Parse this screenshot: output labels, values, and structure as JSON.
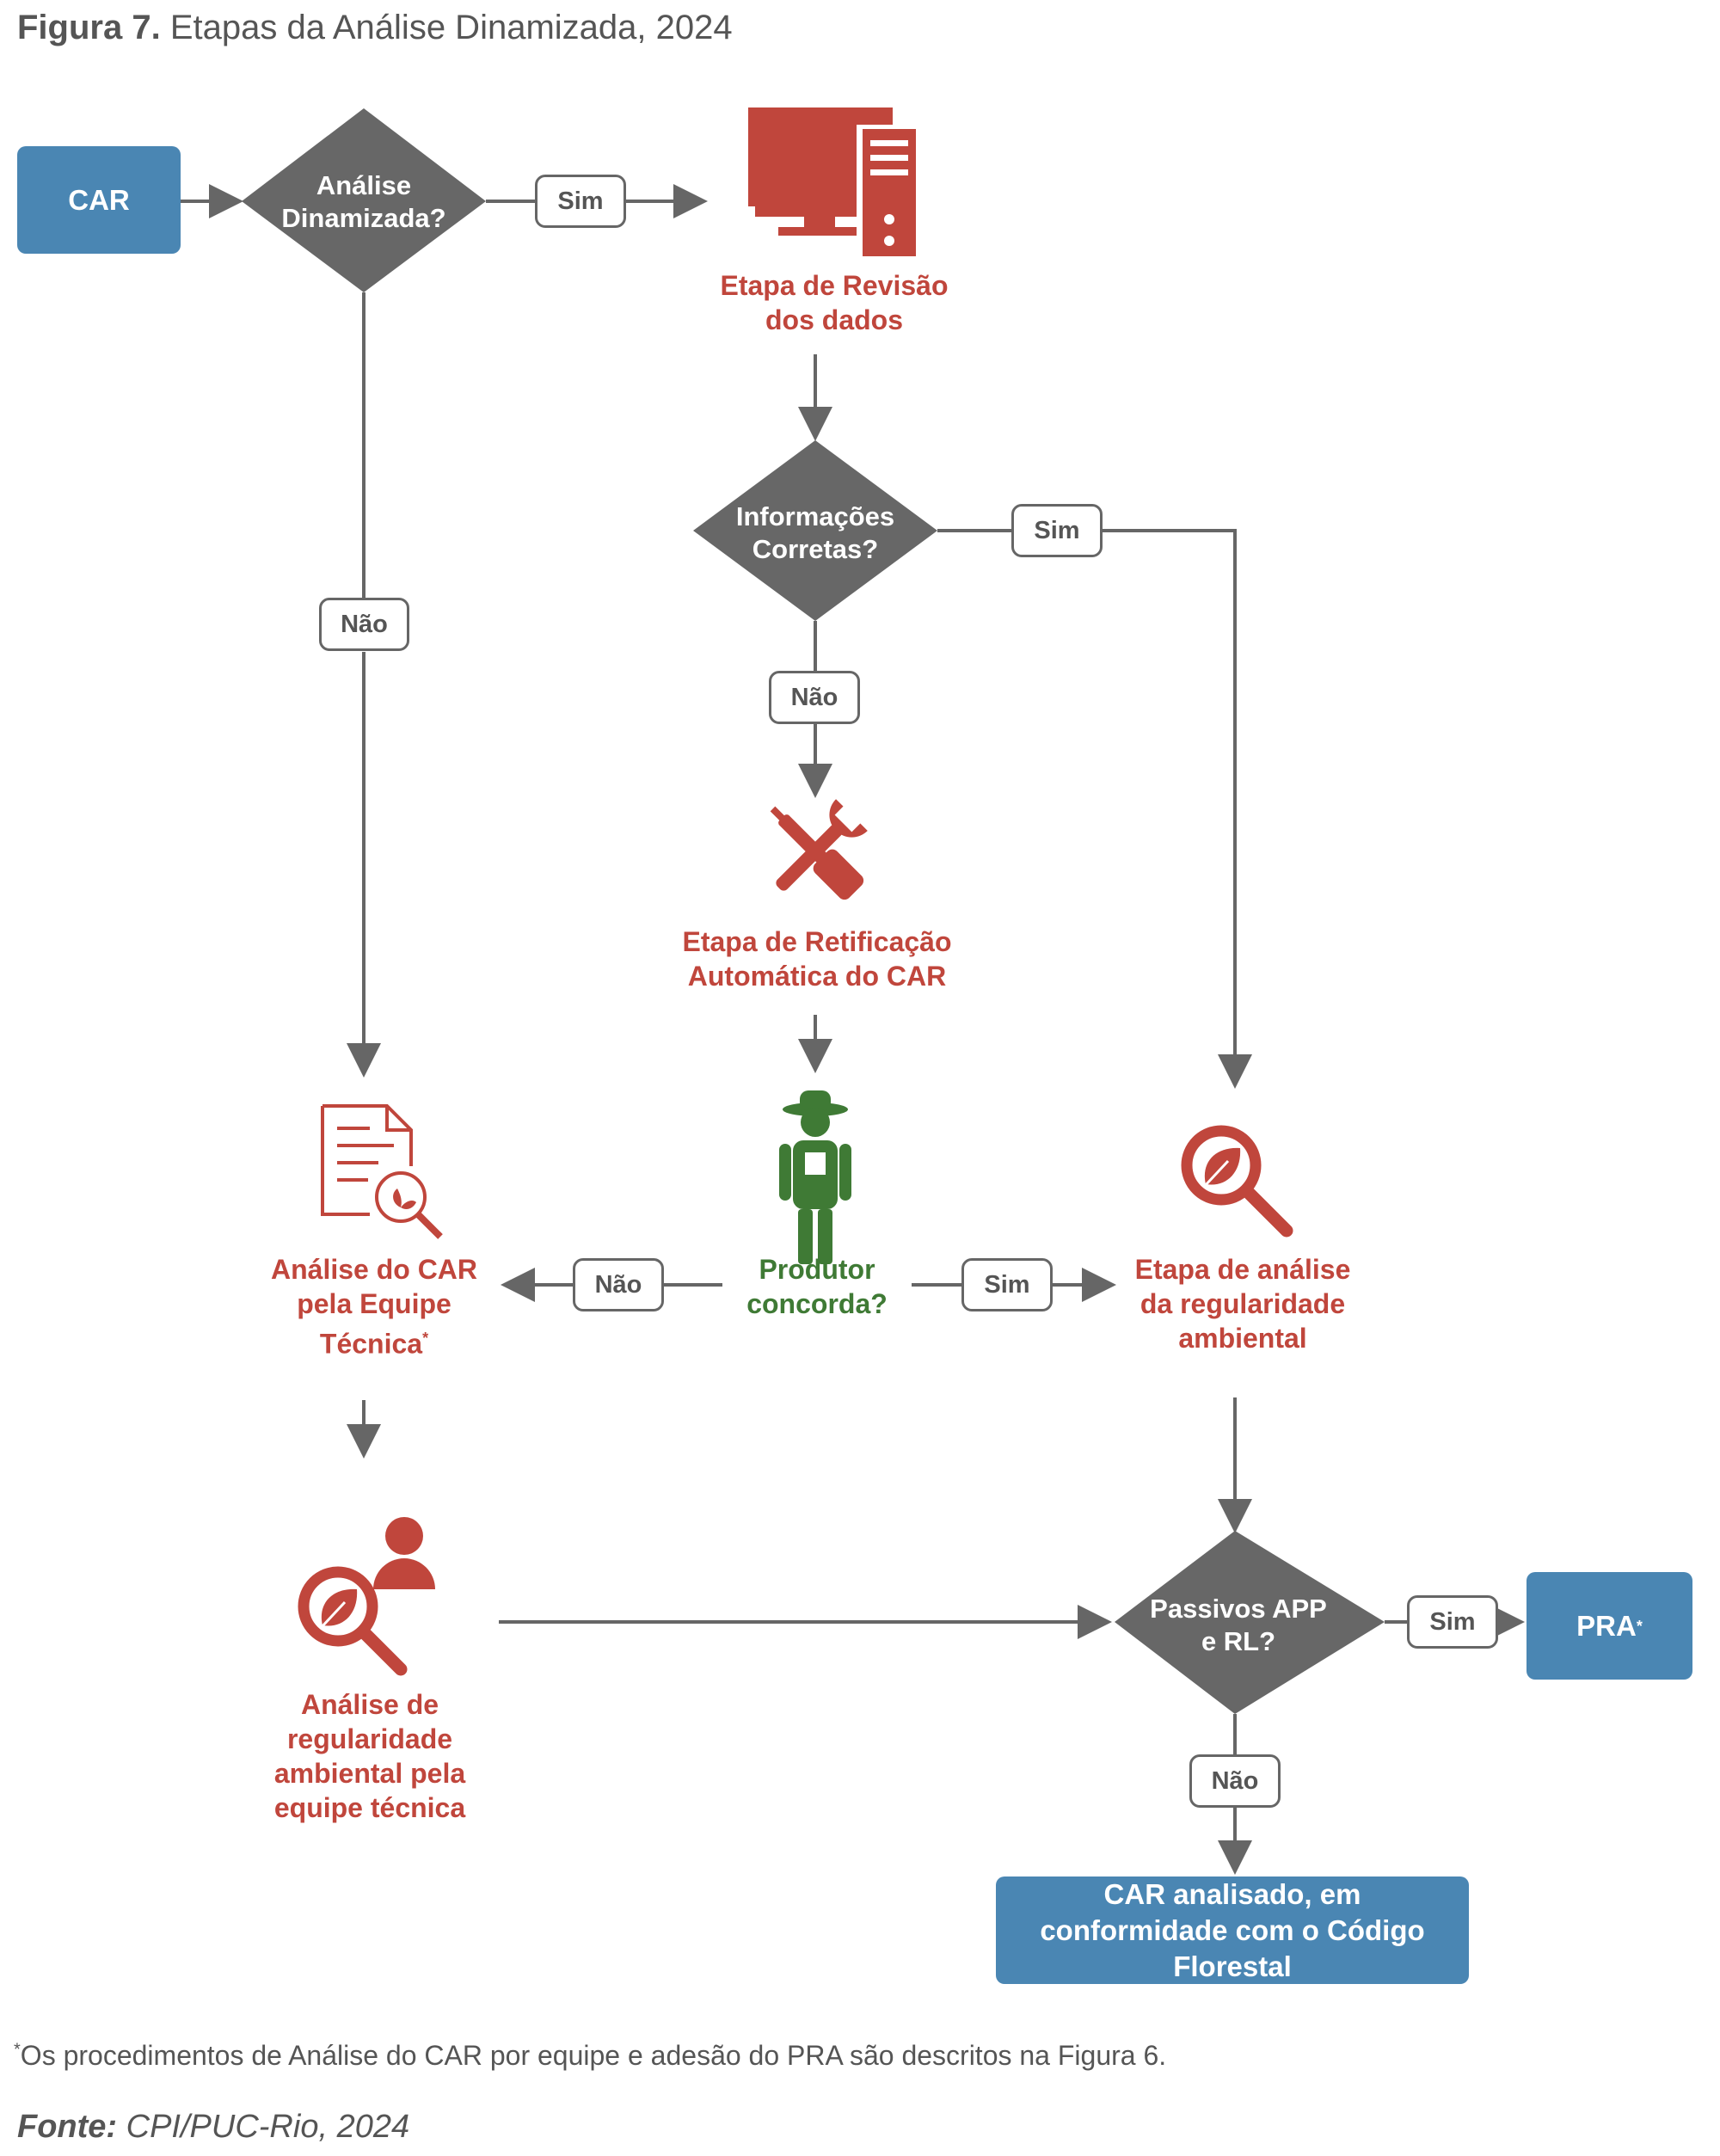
{
  "header": {
    "figure_label": "Figura 7.",
    "title": "Etapas da Análise Dinamizada, 2024"
  },
  "nodes": {
    "car": "CAR",
    "analise_dinamizada": "Análise Dinamizada?",
    "revisao": "Etapa de Revisão dos dados",
    "informacoes": "Informações Corretas?",
    "retificacao": "Etapa de Retificação Automática do CAR",
    "produtor": "Produtor concorda?",
    "analise_equipe": "Análise do CAR pela Equipe Técnica",
    "analise_equipe_mark": "*",
    "regularidade": "Etapa de análise da regularidade ambiental",
    "regularidade_equipe": "Análise de regularidade ambiental pela equipe técnica",
    "passivos": "Passivos APP e RL?",
    "pra": "PRA",
    "pra_mark": "*",
    "final": "CAR analisado, em conformidade com o Código Florestal"
  },
  "edge_labels": {
    "sim1": "Sim",
    "nao1": "Não",
    "sim2": "Sim",
    "nao2": "Não",
    "nao3": "Não",
    "sim3": "Sim",
    "sim4": "Sim",
    "nao4": "Não"
  },
  "footnote": {
    "mark": "*",
    "text": "Os procedimentos de Análise do CAR por equipe e adesão do PRA são descritos na Figura 6."
  },
  "source": {
    "label": "Fonte:",
    "text": "CPI/PUC-Rio, 2024"
  },
  "colors": {
    "blue": "#4a86b3",
    "gray": "#666666",
    "red": "#c0463c",
    "green": "#3f7a35"
  },
  "icons": [
    "computer-icon",
    "tools-icon",
    "farmer-icon",
    "document-search-icon",
    "leaf-search-icon",
    "person-leaf-search-icon"
  ]
}
